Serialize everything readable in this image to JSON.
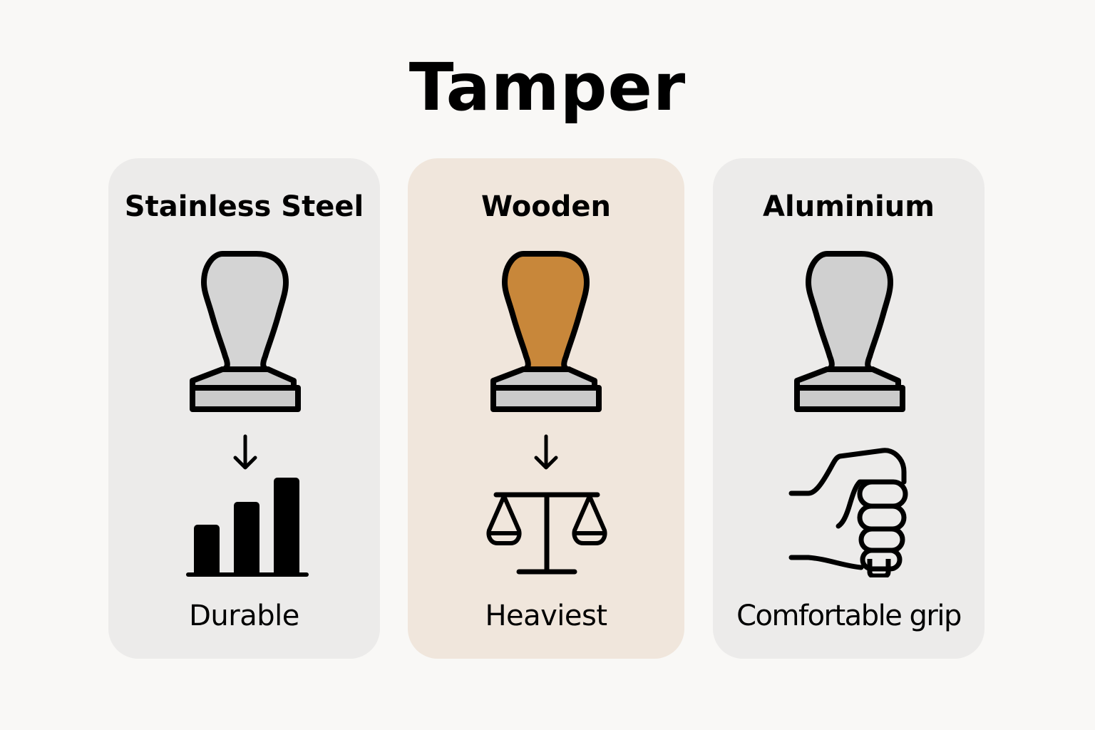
{
  "title": "Tamper",
  "colors": {
    "background": "#f9f8f6",
    "card_neutral": "#ecebea",
    "card_wood": "#f0e6dc",
    "wood_handle": "#c8873a",
    "metal_fill": "#cbcbcb",
    "stroke": "#000000"
  },
  "cards": [
    {
      "title": "Stainless Steel",
      "tamper_icon": "tamper-steel-icon",
      "feature_icon": "bar-chart-icon",
      "caption": "Durable"
    },
    {
      "title": "Wooden",
      "tamper_icon": "tamper-wooden-icon",
      "feature_icon": "balance-scale-icon",
      "caption": "Heaviest"
    },
    {
      "title": "Aluminium",
      "tamper_icon": "tamper-aluminium-icon",
      "feature_icon": "hand-grip-icon",
      "caption": "Comfortable grip"
    }
  ]
}
